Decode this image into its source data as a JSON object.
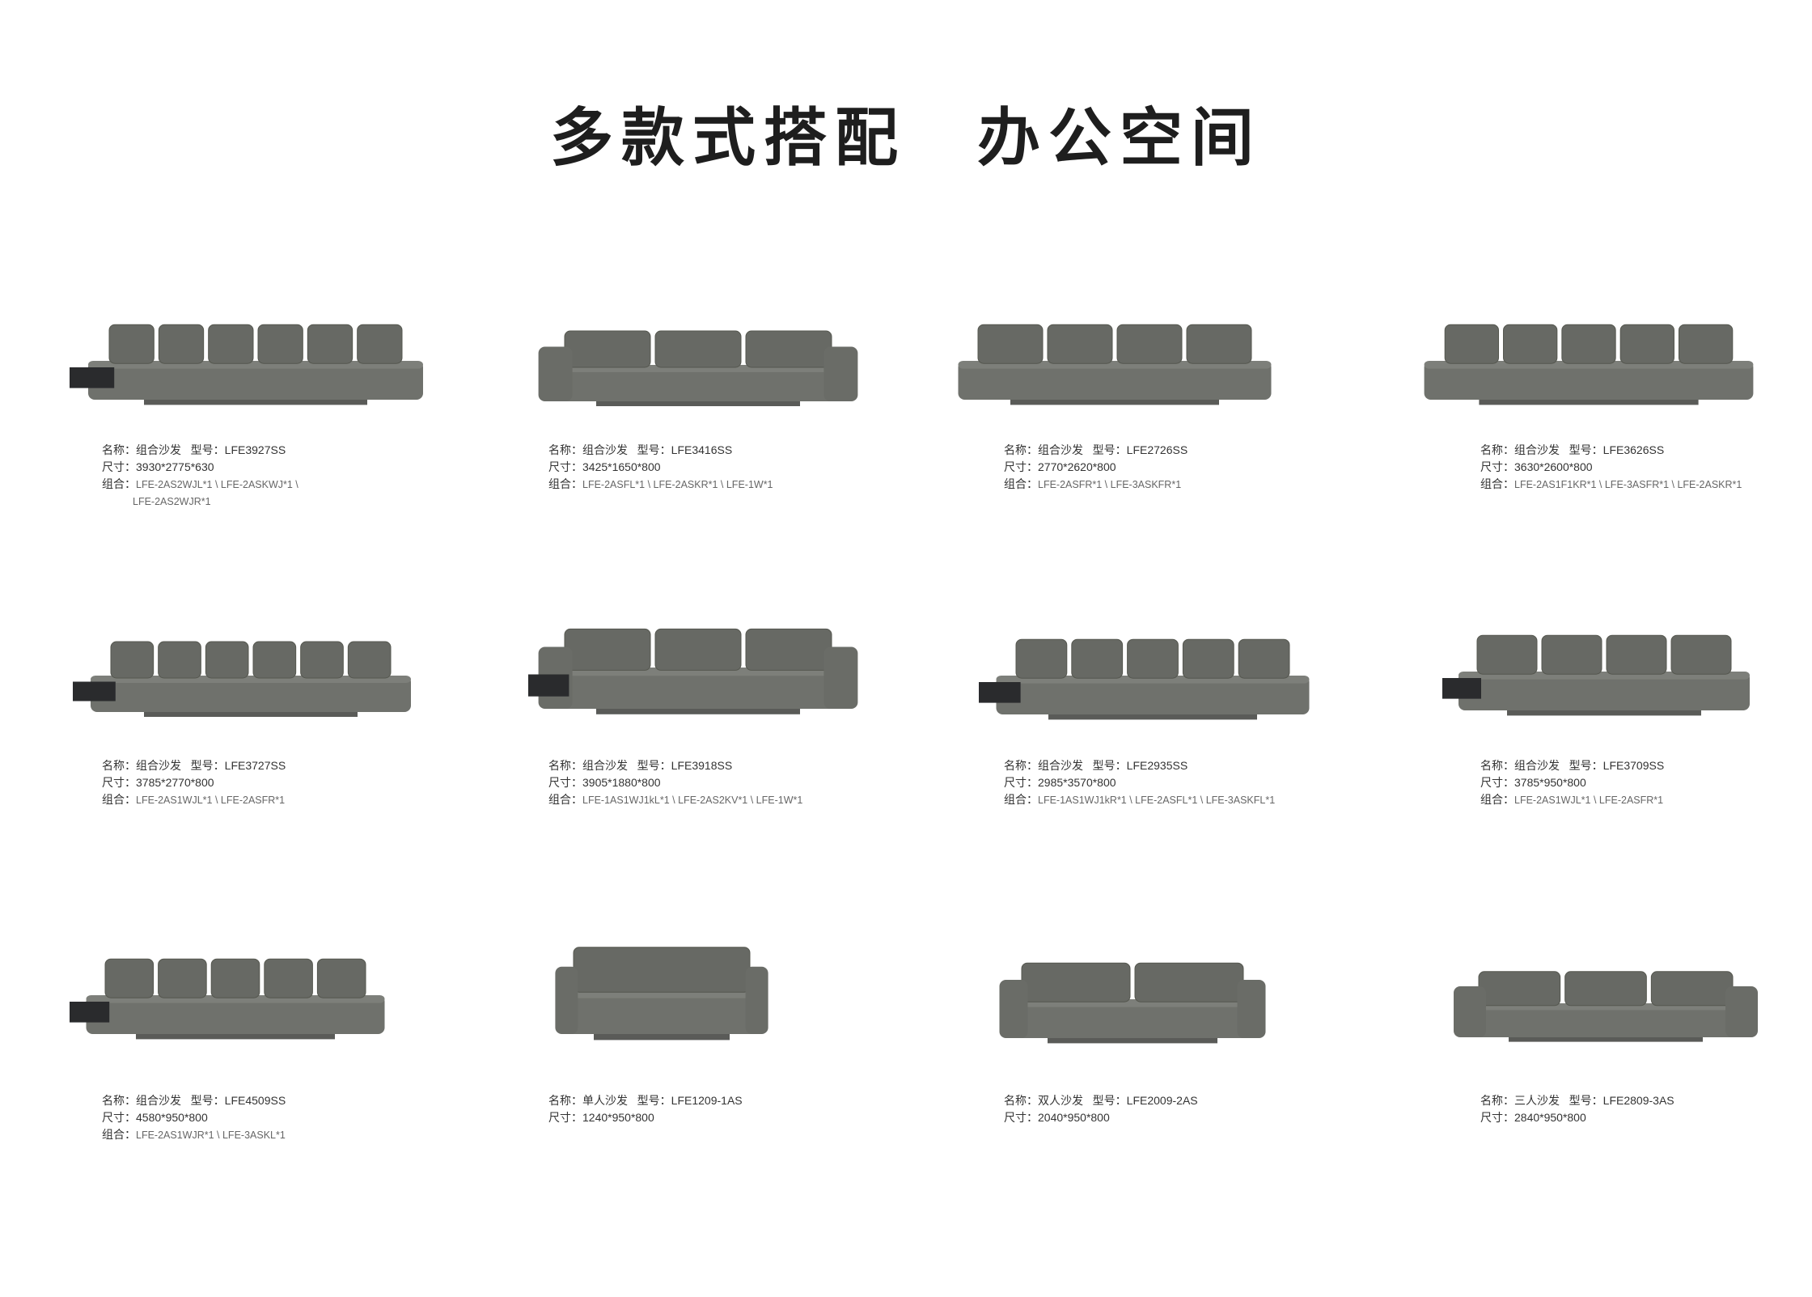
{
  "title": "多款式搭配　办公空间",
  "labels": {
    "name": "名称：",
    "model": "型号：",
    "size": "尺寸：",
    "combo": "组合："
  },
  "colors": {
    "leather": "#6f716c",
    "base": "#5a5b58",
    "shelf": "#2a2b2d"
  },
  "products": [
    {
      "name": "组合沙发",
      "model": "LFE3927SS",
      "size": "3930*2775*630",
      "combo": "LFE-2AS2WJL*1 \\ LFE-2ASKWJ*1 \\",
      "combo2": "LFE-2AS2WJR*1"
    },
    {
      "name": "组合沙发",
      "model": "LFE3416SS",
      "size": "3425*1650*800",
      "combo": "LFE-2ASFL*1 \\ LFE-2ASKR*1 \\ LFE-1W*1"
    },
    {
      "name": "组合沙发",
      "model": "LFE2726SS",
      "size": "2770*2620*800",
      "combo": "LFE-2ASFR*1 \\ LFE-3ASKFR*1"
    },
    {
      "name": "组合沙发",
      "model": "LFE3626SS",
      "size": "3630*2600*800",
      "combo": "LFE-2AS1F1KR*1 \\ LFE-3ASFR*1 \\ LFE-2ASKR*1"
    },
    {
      "name": "组合沙发",
      "model": "LFE3727SS",
      "size": "3785*2770*800",
      "combo": "LFE-2AS1WJL*1 \\ LFE-2ASFR*1"
    },
    {
      "name": "组合沙发",
      "model": "LFE3918SS",
      "size": "3905*1880*800",
      "combo": "LFE-1AS1WJ1kL*1 \\ LFE-2AS2KV*1 \\ LFE-1W*1"
    },
    {
      "name": "组合沙发",
      "model": "LFE2935SS",
      "size": "2985*3570*800",
      "combo": "LFE-1AS1WJ1kR*1 \\ LFE-2ASFL*1 \\ LFE-3ASKFL*1"
    },
    {
      "name": "组合沙发",
      "model": "LFE3709SS",
      "size": "3785*950*800",
      "combo": "LFE-2AS1WJL*1 \\ LFE-2ASFR*1"
    },
    {
      "name": "组合沙发",
      "model": "LFE4509SS",
      "size": "4580*950*800",
      "combo": "LFE-2AS1WJR*1 \\ LFE-3ASKL*1"
    },
    {
      "name": "单人沙发",
      "model": "LFE1209-1AS",
      "size": "1240*950*800"
    },
    {
      "name": "双人沙发",
      "model": "LFE2009-2AS",
      "size": "2040*950*800"
    },
    {
      "name": "三人沙发",
      "model": "LFE2809-3AS",
      "size": "2840*950*800"
    }
  ]
}
